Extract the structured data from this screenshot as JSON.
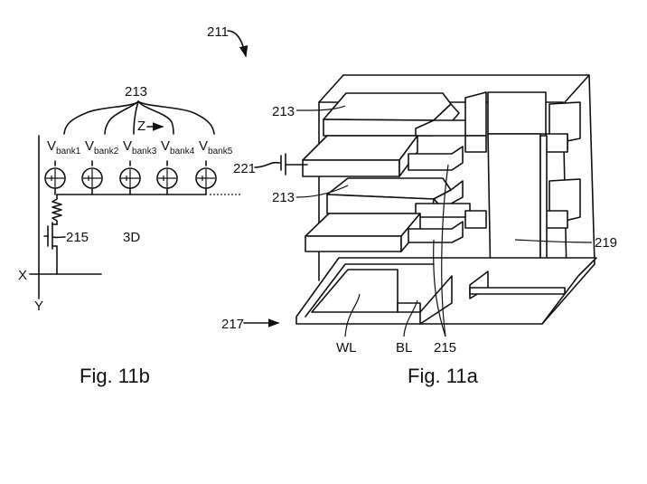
{
  "figure_11b": {
    "caption": "Fig. 11b",
    "group_label": "213",
    "direction_label": "Z",
    "voltage_sources": [
      {
        "prefix": "V",
        "subscript": "bank1"
      },
      {
        "prefix": "V",
        "subscript": "bank2"
      },
      {
        "prefix": "V",
        "subscript": "bank3"
      },
      {
        "prefix": "V",
        "subscript": "bank4"
      },
      {
        "prefix": "V",
        "subscript": "bank5"
      }
    ],
    "transistor_label": "215",
    "mode_label": "3D",
    "axis_x_label": "X",
    "axis_y_label": "Y"
  },
  "figure_11a": {
    "caption": "Fig. 11a",
    "reference_label": "211",
    "labels": {
      "layer_top": "213",
      "layer_middle": "213",
      "ground_contact": "221",
      "pillar": "219",
      "substrate": "217",
      "word_line": "WL",
      "bit_line": "BL",
      "transistor": "215"
    }
  }
}
